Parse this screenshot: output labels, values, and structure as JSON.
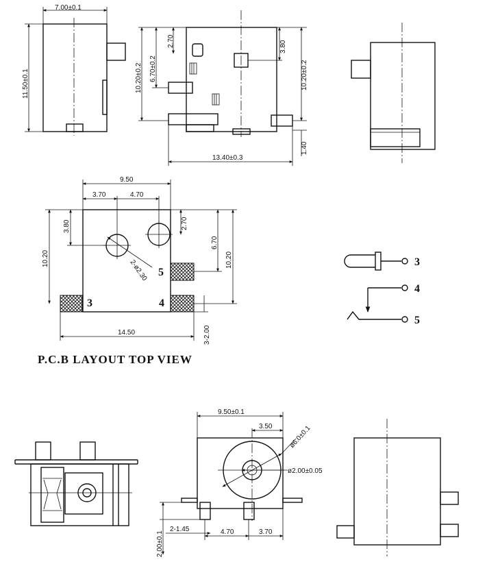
{
  "top_left_view": {
    "width_dim": "7.00±0.1",
    "height_dim": "11.50±0.1"
  },
  "top_middle_view": {
    "d_2_70": "2.70",
    "d_6_70": "6.70±0.2",
    "d_10_20_left": "10.20±0.2",
    "d_3_80": "3.80",
    "d_10_20_right": "10.20±0.2",
    "d_1_40": "1.40",
    "d_13_40": "13.40±0.3"
  },
  "pcb_layout": {
    "title": "P.C.B LAYOUT TOP VIEW",
    "d_9_50": "9.50",
    "d_3_70": "3.70",
    "d_4_70": "4.70",
    "d_3_80": "3.80",
    "d_2_70": "2.70",
    "d_10_20_left": "10.20",
    "d_6_70": "6.70",
    "d_10_20_right": "10.20",
    "d_hole": "2-ø2.30",
    "d_14_50": "14.50",
    "d_slot": "3-2.00",
    "pad_labels": [
      "3",
      "4",
      "5"
    ]
  },
  "schematic": {
    "pins": [
      "3",
      "4",
      "5"
    ]
  },
  "front_view": {
    "d_9_50": "9.50±0.1",
    "d_3_50": "3.50",
    "d_6_0": "ø6.0±0.1",
    "d_2_00": "ø2.00±0.05",
    "d_pin_h": "2.00±0.1",
    "d_pin_w": "2-1.45",
    "d_4_70": "4.70",
    "d_3_70": "3.70"
  }
}
